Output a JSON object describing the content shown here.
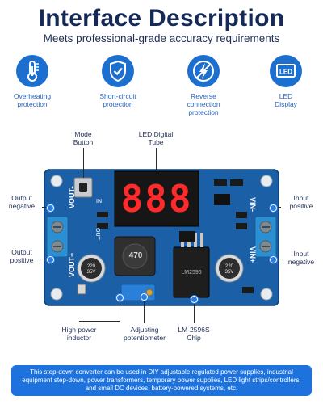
{
  "header": {
    "title": "Interface Description",
    "subtitle": "Meets professional-grade accuracy requirements"
  },
  "features": [
    {
      "icon": "thermometer-icon",
      "label_line1": "Overheating",
      "label_line2": "protection",
      "label_line3": ""
    },
    {
      "icon": "shield-check-icon",
      "label_line1": "Short-circuit",
      "label_line2": "protection",
      "label_line3": ""
    },
    {
      "icon": "lightning-slash-icon",
      "label_line1": "Reverse",
      "label_line2": "connection",
      "label_line3": "protection"
    },
    {
      "icon": "led-display-icon",
      "label_line1": "LED",
      "label_line2": "Display",
      "label_line3": ""
    }
  ],
  "led_icon_text": "LED",
  "board": {
    "display_digits": "888",
    "silk_vout_minus": "VOUT-",
    "silk_vout_plus": "VOUT+",
    "silk_vin_minus": "VIN-",
    "silk_vin_plus": "VIN+",
    "silk_in": "IN",
    "silk_out": "OUT",
    "inductor_code": "470",
    "capacitor_left": "220 35V",
    "capacitor_right": "220 35V",
    "chip_code": "LM2596"
  },
  "callouts": {
    "mode_button": [
      "Mode",
      "Button"
    ],
    "led_tube": [
      "LED Digital",
      "Tube"
    ],
    "output_negative": [
      "Output",
      "negative"
    ],
    "output_positive": [
      "Output",
      "positive"
    ],
    "input_positive": [
      "Input",
      "positive"
    ],
    "input_negative": [
      "Input",
      "negative"
    ],
    "high_power_inductor": [
      "High power",
      "inductor"
    ],
    "adjusting_potentiometer": [
      "Adjusting",
      "potentiometer"
    ],
    "chip": [
      "LM-2596S",
      "Chip"
    ]
  },
  "footer": {
    "description": "This step-down converter can be used in DIY adjustable regulated power supplies, industrial equipment step-down, power transformers, temporary power supplies, LED light strips/controllers, and small DC devices, battery-powered systems, etc."
  },
  "colors": {
    "title": "#162a57",
    "accent": "#1c6fcf",
    "board": "#1b5fa6",
    "banner": "#1d72de",
    "led_segment": "#ff2a2a"
  }
}
